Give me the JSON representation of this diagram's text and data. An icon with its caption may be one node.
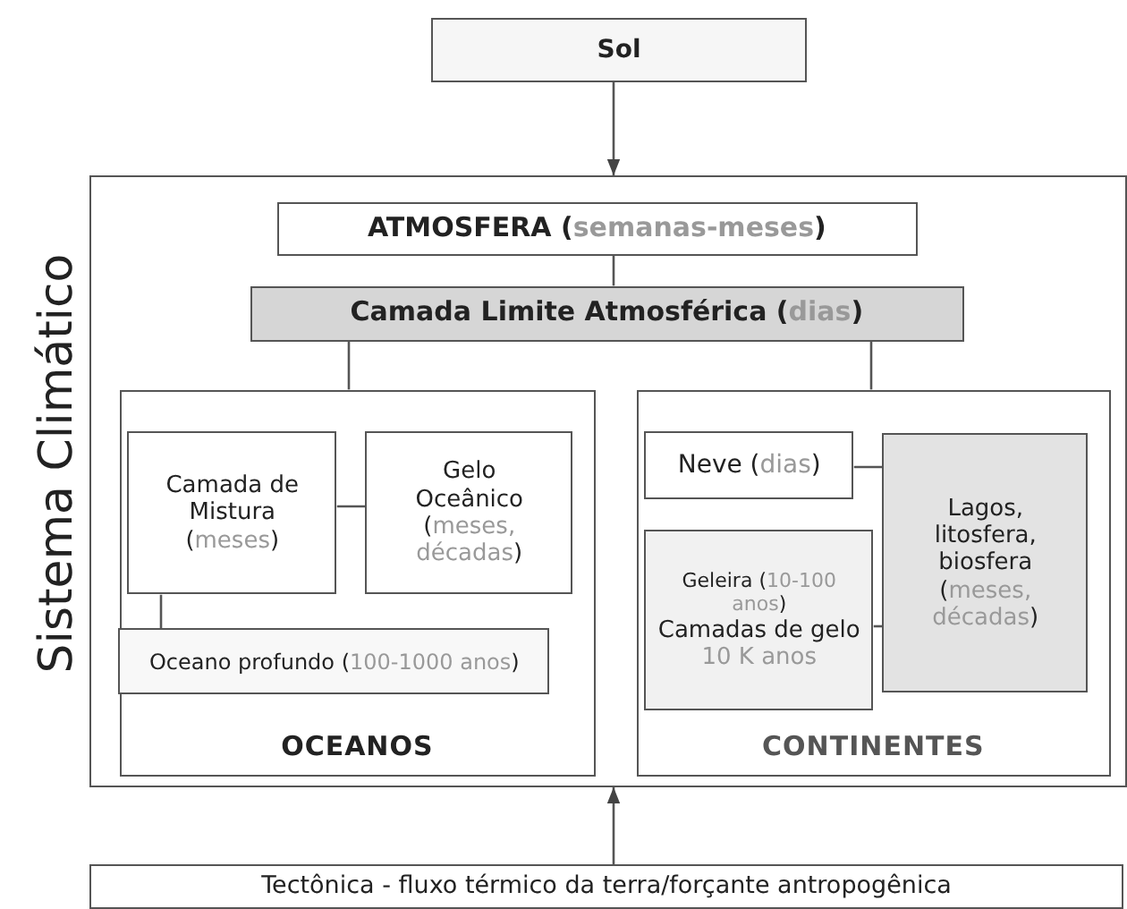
{
  "diagram": {
    "nodes": [
      {
        "text": [
          "Sol"
        ]
      },
      {
        "text": [
          "Sistema Climático"
        ]
      },
      {
        "text": [
          "ATMOSFERA (semanas-meses)"
        ],
        "in": 1
      },
      {
        "text": [
          "Camada Limite Atmosférica (dias)"
        ],
        "in": 1
      },
      {
        "text": [
          "OCEANOS"
        ],
        "in": 1
      },
      {
        "text": [
          "Camada de Mistura (meses)"
        ],
        "in": 4
      },
      {
        "text": [
          "Gelo Oceânico (meses, décadas)"
        ],
        "in": 4
      },
      {
        "text": [
          "Oceano profundo (100-1000 anos)"
        ],
        "in": 4
      },
      {
        "text": [
          "CONTINENTES"
        ],
        "in": 1
      },
      {
        "text": [
          "Neve (dias)"
        ],
        "in": 8
      },
      {
        "text": [
          "Lagos, litosfera, biosfera (meses, décadas)"
        ],
        "in": 8
      },
      {
        "text": [
          "Geleira (10-100 anos)",
          "Camadas de gelo",
          "10 K anos"
        ],
        "in": 8
      },
      {
        "text": [
          "Tectônica - fluxo térmico da terra/forçante antropogênica"
        ]
      }
    ],
    "edges": [
      {
        "from": 0,
        "to": 1,
        "arrow": "to"
      },
      {
        "from": 2,
        "to": 3,
        "arrow": "none"
      },
      {
        "from": 3,
        "to": 4,
        "arrow": "none"
      },
      {
        "from": 3,
        "to": 8,
        "arrow": "none"
      },
      {
        "from": 5,
        "to": 6,
        "arrow": "none"
      },
      {
        "from": 5,
        "to": 7,
        "arrow": "none"
      },
      {
        "from": 9,
        "to": 10,
        "arrow": "none"
      },
      {
        "from": 11,
        "to": 10,
        "arrow": "none"
      },
      {
        "from": 12,
        "to": 1,
        "arrow": "to"
      }
    ]
  }
}
